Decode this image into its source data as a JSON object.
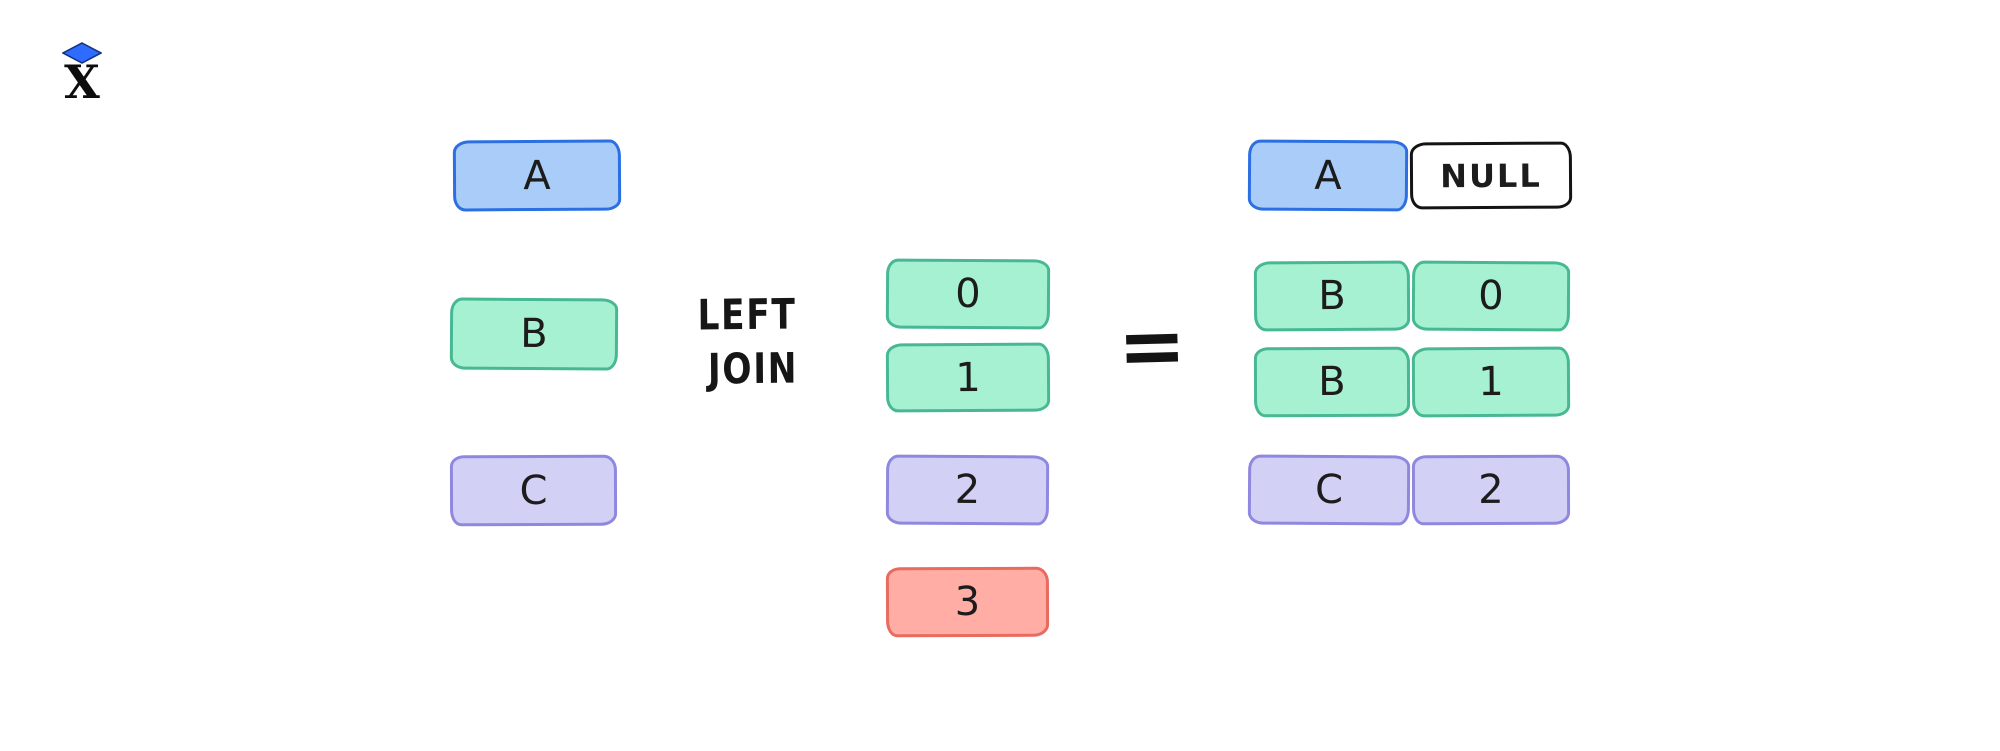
{
  "page": {
    "background": "#ffffff"
  },
  "logo": {
    "letter": "X",
    "diamond_color": "#2e6bff"
  },
  "diagram": {
    "operator": {
      "line1": "LEFT",
      "line2": "JOIN"
    },
    "equals_sign": "=",
    "left_table": {
      "rows": [
        {
          "label": "A",
          "color": "blue"
        },
        {
          "label": "B",
          "color": "green"
        },
        {
          "label": "C",
          "color": "purple"
        }
      ]
    },
    "right_table": {
      "rows": [
        {
          "label": "0",
          "color": "green"
        },
        {
          "label": "1",
          "color": "green"
        },
        {
          "label": "2",
          "color": "purple"
        },
        {
          "label": "3",
          "color": "red"
        }
      ]
    },
    "result": {
      "rows": [
        {
          "key": "A",
          "key_color": "blue",
          "value": "NULL",
          "value_color": "white"
        },
        {
          "key": "B",
          "key_color": "green",
          "value": "0",
          "value_color": "green"
        },
        {
          "key": "B",
          "key_color": "green",
          "value": "1",
          "value_color": "green"
        },
        {
          "key": "C",
          "key_color": "purple",
          "value": "2",
          "value_color": "purple"
        }
      ]
    },
    "colors": {
      "blue_fill": "#a9cdf8",
      "blue_stroke": "#2b6fe3",
      "green_fill": "#a6f1d2",
      "green_stroke": "#47b893",
      "purple_fill": "#d3d0f6",
      "purple_stroke": "#8f88df",
      "red_fill": "#ffada5",
      "red_stroke": "#e96a5f",
      "white_fill": "#ffffff",
      "white_stroke": "#141414",
      "text": "#1c1c1c"
    }
  }
}
